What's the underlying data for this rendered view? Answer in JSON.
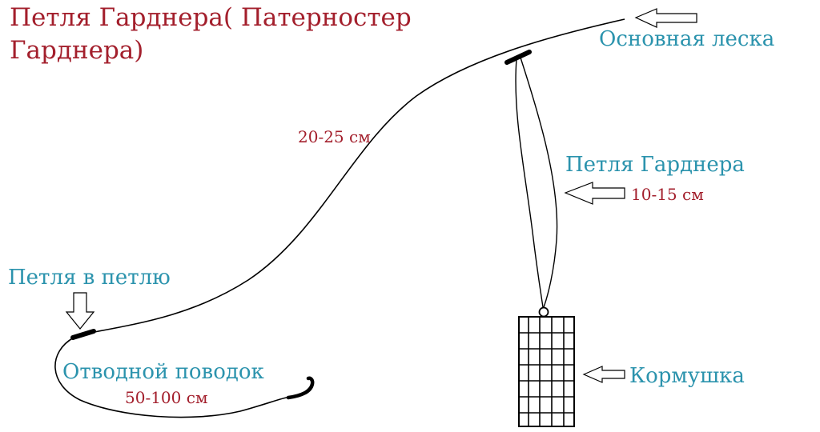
{
  "title": "Петля Гарднера( Патерностер Гарднера)",
  "labels": {
    "main_line": "Основная леска",
    "distance_main": "20-25 см",
    "gardner_loop": "Петля Гарднера",
    "gardner_loop_length": "10-15 см",
    "loop_to_loop": "Петля в петлю",
    "leader": "Отводной поводок",
    "leader_length": "50-100 см",
    "feeder": "Кормушка"
  },
  "colors": {
    "title": "#a31f2c",
    "labels": "#2b93ad",
    "measurements": "#a31f2c",
    "lines": "#000000"
  }
}
